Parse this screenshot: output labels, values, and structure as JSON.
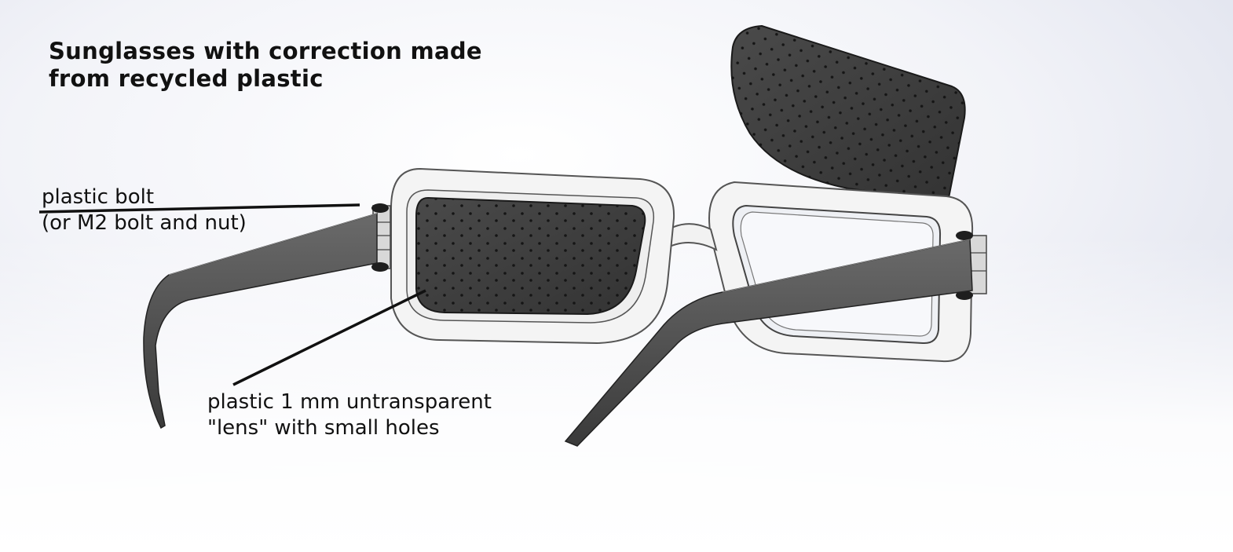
{
  "title": {
    "line1": "Sunglasses with correction made",
    "line2": "from recycled plastic"
  },
  "callouts": {
    "bolt": {
      "line1": "plastic bolt",
      "line2": "(or M2 bolt and nut)"
    },
    "lens": {
      "line1": "plastic 1 mm untransparent",
      "line2": "\"lens\" with small holes"
    }
  },
  "colors": {
    "background_edge": "#dde0ec",
    "frame_fill": "#f4f4f4",
    "frame_stroke": "#555555",
    "lens_fill": "#3f3f3f",
    "temple_fill": "#4a4a4a",
    "hole_dot": "#1a1a1a",
    "leader_line": "#111111"
  }
}
